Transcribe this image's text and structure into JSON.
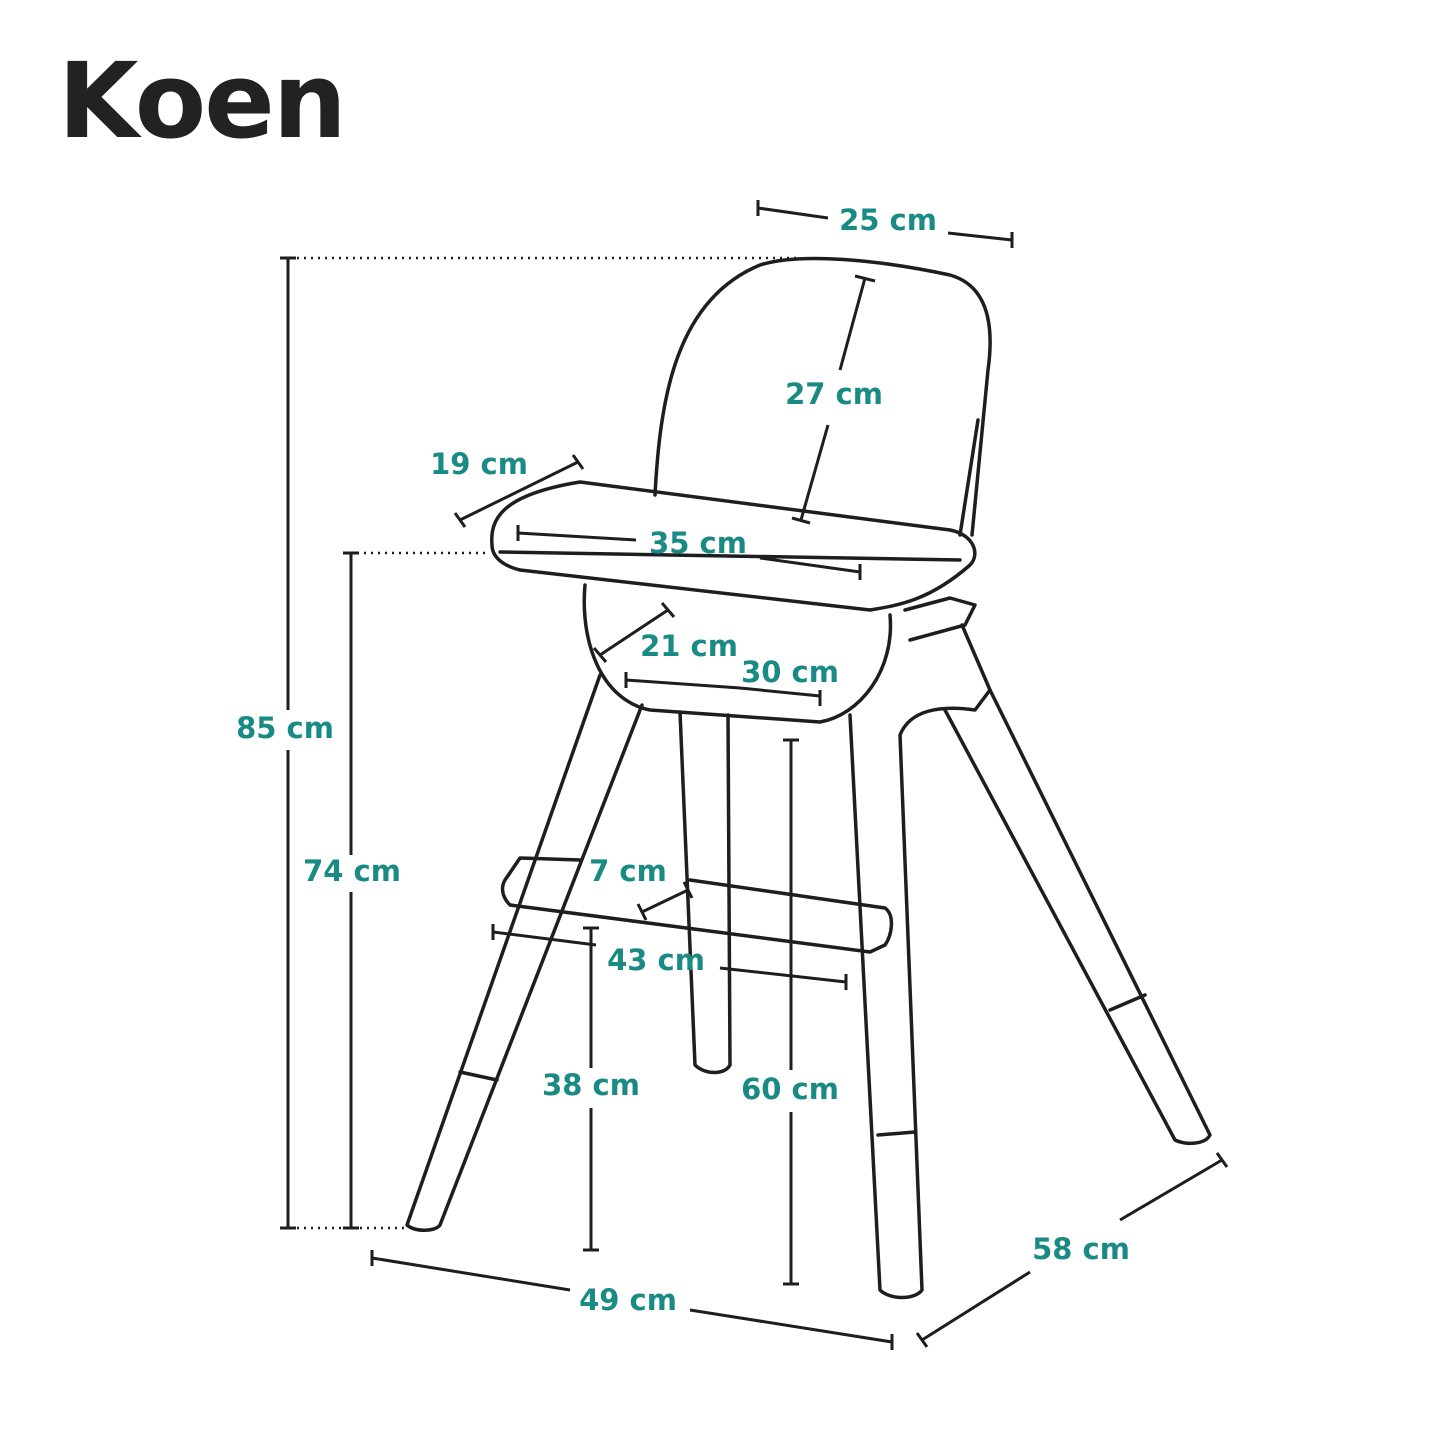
{
  "title": "Koen",
  "accent_color": "#1a8a84",
  "dimensions": {
    "backrest_width": "25 cm",
    "backrest_height": "27 cm",
    "tray_depth": "19 cm",
    "tray_width": "35 cm",
    "seat_depth": "21 cm",
    "seat_width": "30 cm",
    "total_height": "85 cm",
    "tray_height": "74 cm",
    "footrest_depth": "7 cm",
    "footrest_width": "43 cm",
    "footrest_height": "38 cm",
    "seat_height": "60 cm",
    "base_depth": "58 cm",
    "base_width": "49 cm"
  }
}
